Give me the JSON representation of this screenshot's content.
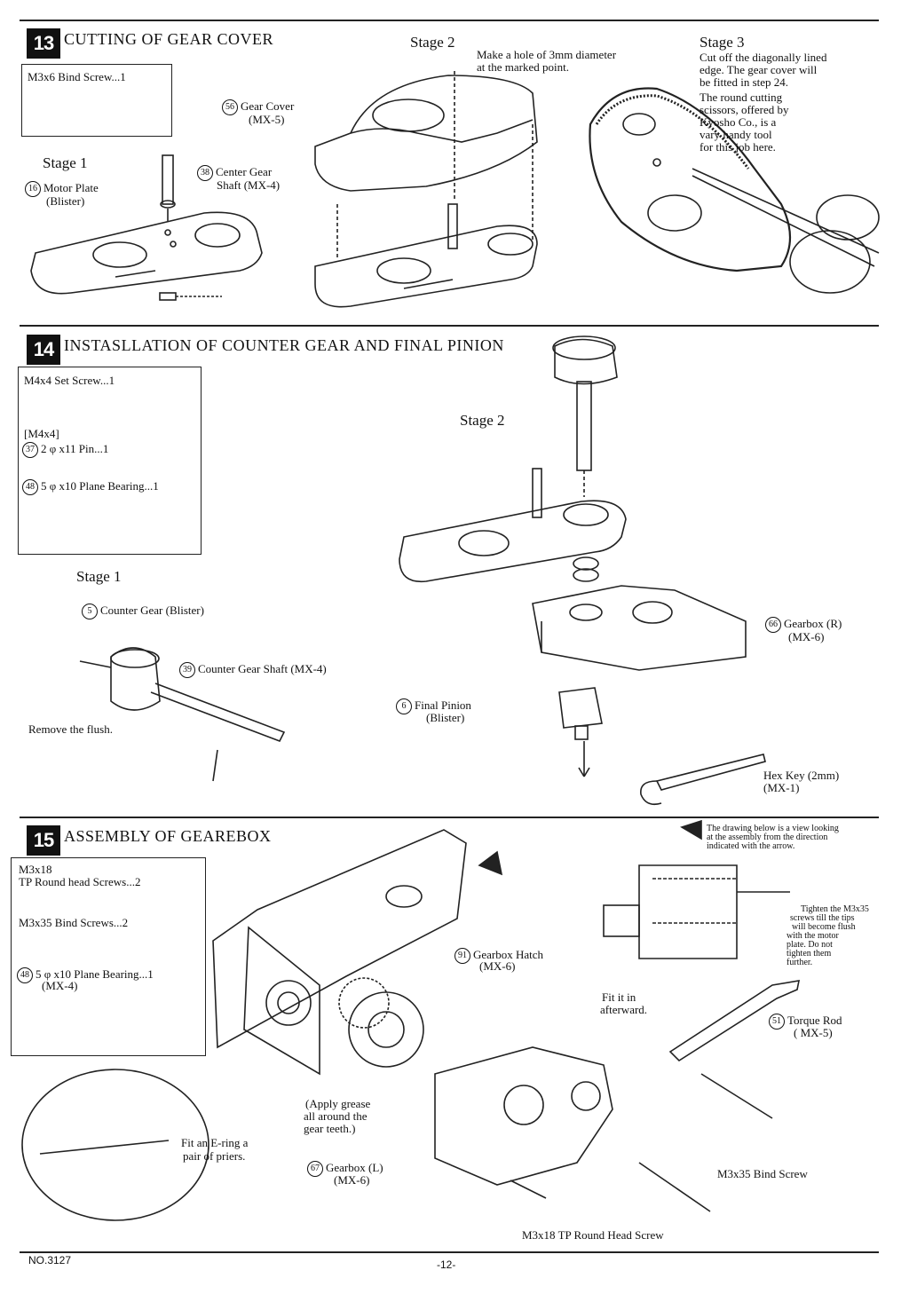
{
  "step13": {
    "number": "13",
    "title": "CUTTING OF GEAR COVER",
    "parts_box": {
      "line1": "M3x6 Bind Screw...1"
    },
    "stage1": "Stage 1",
    "motor_plate_num": "16",
    "motor_plate": "Motor Plate",
    "motor_plate_sub": "(Blister)",
    "center_gear_num": "38",
    "center_gear": "Center Gear",
    "center_gear_sub": "Shaft (MX-4)",
    "gear_cover_num": "56",
    "gear_cover": "Gear Cover",
    "gear_cover_sub": "(MX-5)",
    "stage2": "Stage 2",
    "stage2_note_1": "Make a hole of 3mm diameter",
    "stage2_note_2": "at the marked point.",
    "stage3": "Stage 3",
    "stage3_note_1": "Cut off the diagonally lined",
    "stage3_note_2": "edge. The gear cover will",
    "stage3_note_3": "be fitted in step 24.",
    "stage3_note_4": "The round cutting",
    "stage3_note_5": "scissors, offered by",
    "stage3_note_6": "Kyosho Co., is a",
    "stage3_note_7": "vary handy tool",
    "stage3_note_8": "for this job here."
  },
  "step14": {
    "number": "14",
    "title": "INSTASLLATION OF COUNTER GEAR AND FINAL PINION",
    "parts_1": "M4x4 Set Screw...1",
    "parts_2": "[M4x4]",
    "parts_3_num": "37",
    "parts_3": "2 φ x11 Pin...1",
    "parts_4_num": "48",
    "parts_4": "5 φ x10 Plane Bearing...1",
    "stage1": "Stage 1",
    "stage2": "Stage 2",
    "counter_gear_num": "5",
    "counter_gear": "Counter Gear (Blister)",
    "counter_shaft_num": "39",
    "counter_shaft": "Counter Gear Shaft (MX-4)",
    "remove_flush": "Remove the flush.",
    "final_pinion_num": "6",
    "final_pinion": "Final Pinion",
    "final_pinion_sub": "(Blister)",
    "gearbox_r_num": "66",
    "gearbox_r": "Gearbox (R)",
    "gearbox_r_sub": "(MX-6)",
    "hex_key": "Hex Key (2mm)",
    "hex_key_sub": "(MX-1)"
  },
  "step15": {
    "number": "15",
    "title": "ASSEMBLY OF GEAREBOX",
    "parts_1": "M3x18",
    "parts_2": "TP Round head Screws...2",
    "parts_3": "M3x35 Bind Screws...2",
    "parts_4_num": "48",
    "parts_4": "5 φ x10 Plane Bearing...1",
    "parts_4_sub": "(MX-4)",
    "view_note_1": "The drawing below is a view looking",
    "view_note_2": "at the assembly from the direction",
    "view_note_3": "indicated with the arrow.",
    "tighten_1": "Tighten the M3x35",
    "tighten_2": "screws till the tips",
    "tighten_3": "will become flush",
    "tighten_4": "with the motor",
    "tighten_5": "plate. Do not",
    "tighten_6": "tighten them",
    "tighten_7": "further.",
    "hatch_num": "91",
    "hatch": "Gearbox Hatch",
    "hatch_sub": "(MX-6)",
    "fit_1": "Fit it in",
    "fit_2": "afterward.",
    "torque_num": "51",
    "torque": "Torque Rod",
    "torque_sub": "( MX-5)",
    "grease_1": "(Apply grease",
    "grease_2": "all around the",
    "grease_3": "gear teeth.)",
    "gearbox_l_num": "67",
    "gearbox_l": "Gearbox (L)",
    "gearbox_l_sub": "(MX-6)",
    "eclip_1": "Fit an E-ring a",
    "eclip_2": "pair of priers.",
    "m335": "M3x35 Bind Screw",
    "m318": "M3x18 TP Round Head Screw"
  },
  "footer": {
    "model": "NO.3127",
    "page": "-12-"
  }
}
